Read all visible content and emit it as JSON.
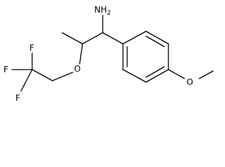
{
  "labels": {
    "amine": "NH2",
    "ether_oxygen": "O",
    "methoxy": "O",
    "fluorine_1": "F",
    "fluorine_2": "F",
    "fluorine_3": "F"
  }
}
